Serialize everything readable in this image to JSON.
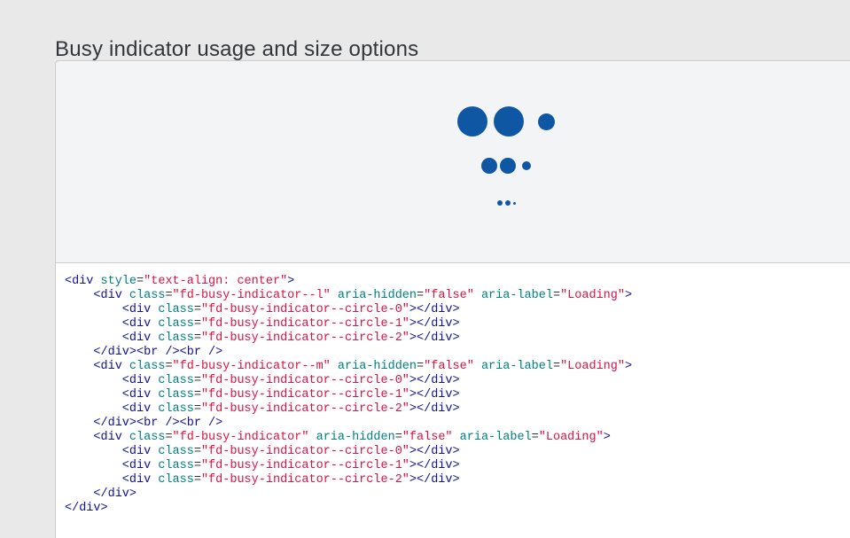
{
  "page": {
    "title": "Busy indicator usage and size options"
  },
  "preview": {
    "dot_color": "#0f57a3",
    "background_color": "#f3f4f6",
    "indicators": [
      {
        "size_label": "large",
        "aria_label": "Loading",
        "dot_sizes": [
          34,
          34,
          19
        ],
        "dot_gaps": [
          7,
          16
        ]
      },
      {
        "size_label": "medium",
        "aria_label": "Loading",
        "dot_sizes": [
          18,
          18,
          10
        ],
        "dot_gaps": [
          3,
          7
        ]
      },
      {
        "size_label": "small",
        "aria_label": "Loading",
        "dot_sizes": [
          6,
          6,
          3
        ],
        "dot_gaps": [
          3,
          3
        ]
      }
    ]
  },
  "code": {
    "lines": [
      [
        [
          "t",
          "<div "
        ],
        [
          "a",
          "style"
        ],
        [
          "p",
          "="
        ],
        [
          "s",
          "\"text-align: center\""
        ],
        [
          "t",
          ">"
        ]
      ],
      [
        [
          "t",
          "    <div "
        ],
        [
          "a",
          "class"
        ],
        [
          "p",
          "="
        ],
        [
          "s",
          "\"fd-busy-indicator--l\""
        ],
        [
          "p",
          " "
        ],
        [
          "a",
          "aria-hidden"
        ],
        [
          "p",
          "="
        ],
        [
          "s",
          "\"false\""
        ],
        [
          "p",
          " "
        ],
        [
          "a",
          "aria-label"
        ],
        [
          "p",
          "="
        ],
        [
          "s",
          "\"Loading\""
        ],
        [
          "t",
          ">"
        ]
      ],
      [
        [
          "t",
          "        <div "
        ],
        [
          "a",
          "class"
        ],
        [
          "p",
          "="
        ],
        [
          "s",
          "\"fd-busy-indicator--circle-0\""
        ],
        [
          "t",
          "></div>"
        ]
      ],
      [
        [
          "t",
          "        <div "
        ],
        [
          "a",
          "class"
        ],
        [
          "p",
          "="
        ],
        [
          "s",
          "\"fd-busy-indicator--circle-1\""
        ],
        [
          "t",
          "></div>"
        ]
      ],
      [
        [
          "t",
          "        <div "
        ],
        [
          "a",
          "class"
        ],
        [
          "p",
          "="
        ],
        [
          "s",
          "\"fd-busy-indicator--circle-2\""
        ],
        [
          "t",
          "></div>"
        ]
      ],
      [
        [
          "t",
          "    </div><br /><br />"
        ]
      ],
      [
        [
          "t",
          "    <div "
        ],
        [
          "a",
          "class"
        ],
        [
          "p",
          "="
        ],
        [
          "s",
          "\"fd-busy-indicator--m\""
        ],
        [
          "p",
          " "
        ],
        [
          "a",
          "aria-hidden"
        ],
        [
          "p",
          "="
        ],
        [
          "s",
          "\"false\""
        ],
        [
          "p",
          " "
        ],
        [
          "a",
          "aria-label"
        ],
        [
          "p",
          "="
        ],
        [
          "s",
          "\"Loading\""
        ],
        [
          "t",
          ">"
        ]
      ],
      [
        [
          "t",
          "        <div "
        ],
        [
          "a",
          "class"
        ],
        [
          "p",
          "="
        ],
        [
          "s",
          "\"fd-busy-indicator--circle-0\""
        ],
        [
          "t",
          "></div>"
        ]
      ],
      [
        [
          "t",
          "        <div "
        ],
        [
          "a",
          "class"
        ],
        [
          "p",
          "="
        ],
        [
          "s",
          "\"fd-busy-indicator--circle-1\""
        ],
        [
          "t",
          "></div>"
        ]
      ],
      [
        [
          "t",
          "        <div "
        ],
        [
          "a",
          "class"
        ],
        [
          "p",
          "="
        ],
        [
          "s",
          "\"fd-busy-indicator--circle-2\""
        ],
        [
          "t",
          "></div>"
        ]
      ],
      [
        [
          "t",
          "    </div><br /><br />"
        ]
      ],
      [
        [
          "t",
          "    <div "
        ],
        [
          "a",
          "class"
        ],
        [
          "p",
          "="
        ],
        [
          "s",
          "\"fd-busy-indicator\""
        ],
        [
          "p",
          " "
        ],
        [
          "a",
          "aria-hidden"
        ],
        [
          "p",
          "="
        ],
        [
          "s",
          "\"false\""
        ],
        [
          "p",
          " "
        ],
        [
          "a",
          "aria-label"
        ],
        [
          "p",
          "="
        ],
        [
          "s",
          "\"Loading\""
        ],
        [
          "t",
          ">"
        ]
      ],
      [
        [
          "t",
          "        <div "
        ],
        [
          "a",
          "class"
        ],
        [
          "p",
          "="
        ],
        [
          "s",
          "\"fd-busy-indicator--circle-0\""
        ],
        [
          "t",
          "></div>"
        ]
      ],
      [
        [
          "t",
          "        <div "
        ],
        [
          "a",
          "class"
        ],
        [
          "p",
          "="
        ],
        [
          "s",
          "\"fd-busy-indicator--circle-1\""
        ],
        [
          "t",
          "></div>"
        ]
      ],
      [
        [
          "t",
          "        <div "
        ],
        [
          "a",
          "class"
        ],
        [
          "p",
          "="
        ],
        [
          "s",
          "\"fd-busy-indicator--circle-2\""
        ],
        [
          "t",
          "></div>"
        ]
      ],
      [
        [
          "t",
          "    </div>"
        ]
      ],
      [
        [
          "t",
          "</div>"
        ]
      ]
    ]
  }
}
